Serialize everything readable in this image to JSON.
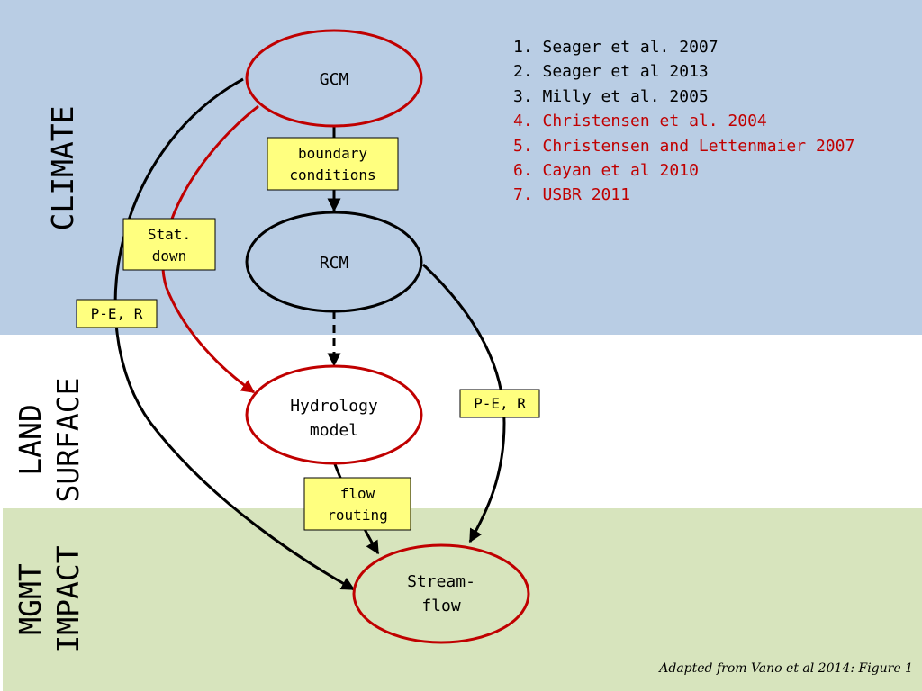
{
  "bands": {
    "climate_label": "CLIMATE",
    "land_label_line1": "LAND",
    "land_label_line2": "SURFACE",
    "mgmt_label_line1": "MGMT",
    "mgmt_label_line2": "IMPACT"
  },
  "nodes": {
    "gcm": "GCM",
    "rcm": "RCM",
    "hydrology_line1": "Hydrology",
    "hydrology_line2": "model",
    "streamflow_line1": "Stream-",
    "streamflow_line2": "flow"
  },
  "boxes": {
    "boundary_line1": "boundary",
    "boundary_line2": "conditions",
    "stat_line1": "Stat.",
    "stat_line2": "down",
    "pe_r_left": "P-E, R",
    "pe_r_right": "P-E, R",
    "flow_line1": "flow",
    "flow_line2": "routing"
  },
  "references": [
    {
      "text": "1. Seager et al. 2007",
      "color": "#000000"
    },
    {
      "text": "2. Seager et al 2013",
      "color": "#000000"
    },
    {
      "text": "3. Milly et al. 2005",
      "color": "#000000"
    },
    {
      "text": "4. Christensen et al. 2004",
      "color": "#c00000"
    },
    {
      "text": "5. Christensen and Lettenmaier 2007",
      "color": "#c00000"
    },
    {
      "text": "6. Cayan et al 2010",
      "color": "#c00000"
    },
    {
      "text": "7. USBR 2011",
      "color": "#c00000"
    }
  ],
  "caption": "Adapted from Vano et al 2014: Figure 1",
  "colors": {
    "climate_band": "#b9cde4",
    "mgmt_band": "#d7e4bd",
    "red_outline": "#c00000",
    "box_fill": "#ffff7f"
  }
}
